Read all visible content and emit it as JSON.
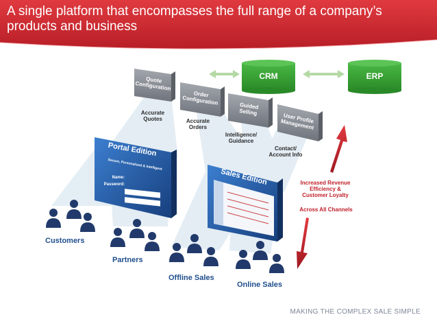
{
  "slide": {
    "title": "A single platform that encompasses the full range of a company’s products and business",
    "footer": "MAKING THE COMPLEX SALE SIMPLE"
  },
  "diagram": {
    "databases": [
      {
        "label": "CRM",
        "color": "#3aa635"
      },
      {
        "label": "ERP",
        "color": "#3aa635"
      }
    ],
    "modules": [
      {
        "label": "Quote Configuration"
      },
      {
        "label": "Order Configuration"
      },
      {
        "label": "Guided Selling"
      },
      {
        "label": "User Profile Management"
      }
    ],
    "flows": [
      {
        "label": "Accurate Quotes"
      },
      {
        "label": "Accurate Orders"
      },
      {
        "label": "Intelligence/ Guidance"
      },
      {
        "label": "Contact/ Account Info"
      }
    ],
    "portal": {
      "title": "Portal Edition",
      "subtitle": "Secure, Personalized & Intelligent",
      "name_label": "Name:",
      "password_label": "Password:"
    },
    "sales": {
      "title": "Sales Edition"
    },
    "groups": [
      {
        "label": "Customers"
      },
      {
        "label": "Partners"
      },
      {
        "label": "Offline Sales"
      },
      {
        "label": "Online Sales"
      }
    ],
    "benefits": {
      "main": "Increased Revenue Efficiency & Customer Loyalty",
      "channels": "Across All Channels"
    },
    "colors": {
      "banner": "#d0282f",
      "module": "#8a8e96",
      "edition": "#1f5fa8",
      "people": "#213a6b",
      "arrow": "#c0202a",
      "accent_text": "#1f4e8c"
    }
  }
}
